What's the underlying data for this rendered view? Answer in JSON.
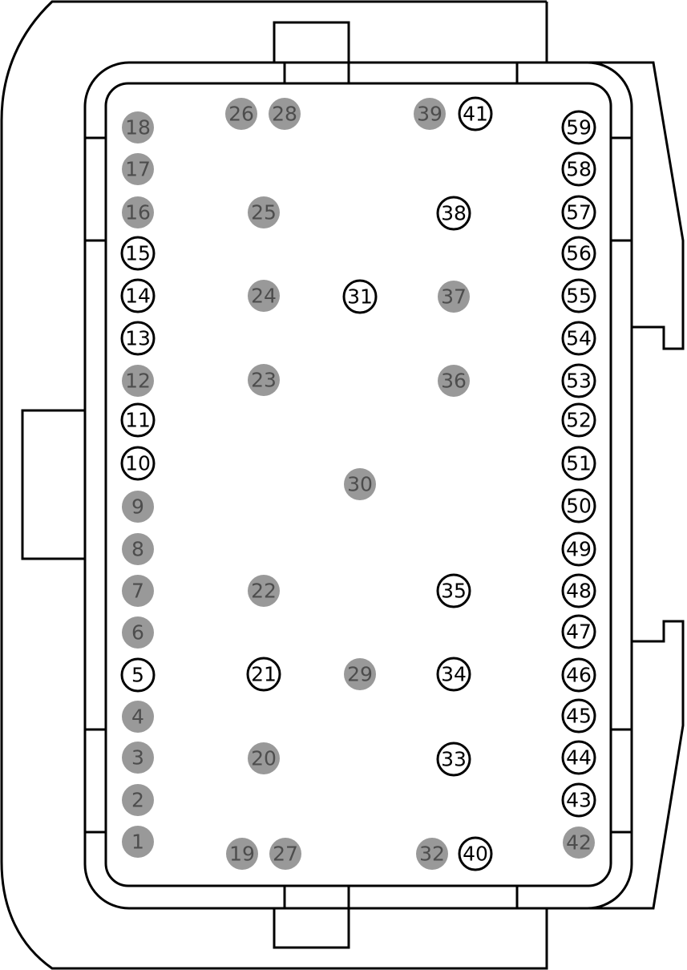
{
  "colors": {
    "background": "#ffffff",
    "outline": "#000000",
    "populated_fill": "#999999",
    "populated_text": "#4d4d4d",
    "empty_fill": "#ffffff",
    "empty_stroke": "#000000",
    "empty_text": "#000000"
  },
  "legend_note": "",
  "pins": [
    {
      "label": "1",
      "state": "filled"
    },
    {
      "label": "2",
      "state": "filled"
    },
    {
      "label": "3",
      "state": "filled"
    },
    {
      "label": "4",
      "state": "filled"
    },
    {
      "label": "5",
      "state": "open"
    },
    {
      "label": "6",
      "state": "filled"
    },
    {
      "label": "7",
      "state": "filled"
    },
    {
      "label": "8",
      "state": "filled"
    },
    {
      "label": "9",
      "state": "filled"
    },
    {
      "label": "10",
      "state": "open"
    },
    {
      "label": "11",
      "state": "open"
    },
    {
      "label": "12",
      "state": "filled"
    },
    {
      "label": "13",
      "state": "open"
    },
    {
      "label": "14",
      "state": "open"
    },
    {
      "label": "15",
      "state": "open"
    },
    {
      "label": "16",
      "state": "filled"
    },
    {
      "label": "17",
      "state": "filled"
    },
    {
      "label": "18",
      "state": "filled"
    },
    {
      "label": "19",
      "state": "filled"
    },
    {
      "label": "20",
      "state": "filled"
    },
    {
      "label": "21",
      "state": "open"
    },
    {
      "label": "22",
      "state": "filled"
    },
    {
      "label": "23",
      "state": "filled"
    },
    {
      "label": "24",
      "state": "filled"
    },
    {
      "label": "25",
      "state": "filled"
    },
    {
      "label": "26",
      "state": "filled"
    },
    {
      "label": "27",
      "state": "filled"
    },
    {
      "label": "28",
      "state": "filled"
    },
    {
      "label": "29",
      "state": "filled"
    },
    {
      "label": "30",
      "state": "filled"
    },
    {
      "label": "31",
      "state": "open"
    },
    {
      "label": "32",
      "state": "filled"
    },
    {
      "label": "33",
      "state": "open"
    },
    {
      "label": "34",
      "state": "open"
    },
    {
      "label": "35",
      "state": "open"
    },
    {
      "label": "36",
      "state": "filled"
    },
    {
      "label": "37",
      "state": "filled"
    },
    {
      "label": "38",
      "state": "open"
    },
    {
      "label": "39",
      "state": "filled"
    },
    {
      "label": "40",
      "state": "open"
    },
    {
      "label": "41",
      "state": "open"
    },
    {
      "label": "42",
      "state": "filled"
    },
    {
      "label": "43",
      "state": "open"
    },
    {
      "label": "44",
      "state": "open"
    },
    {
      "label": "45",
      "state": "open"
    },
    {
      "label": "46",
      "state": "open"
    },
    {
      "label": "47",
      "state": "open"
    },
    {
      "label": "48",
      "state": "open"
    },
    {
      "label": "49",
      "state": "open"
    },
    {
      "label": "50",
      "state": "open"
    },
    {
      "label": "51",
      "state": "open"
    },
    {
      "label": "52",
      "state": "open"
    },
    {
      "label": "53",
      "state": "open"
    },
    {
      "label": "54",
      "state": "open"
    },
    {
      "label": "55",
      "state": "open"
    },
    {
      "label": "56",
      "state": "open"
    },
    {
      "label": "57",
      "state": "open"
    },
    {
      "label": "58",
      "state": "open"
    },
    {
      "label": "59",
      "state": "open"
    }
  ]
}
